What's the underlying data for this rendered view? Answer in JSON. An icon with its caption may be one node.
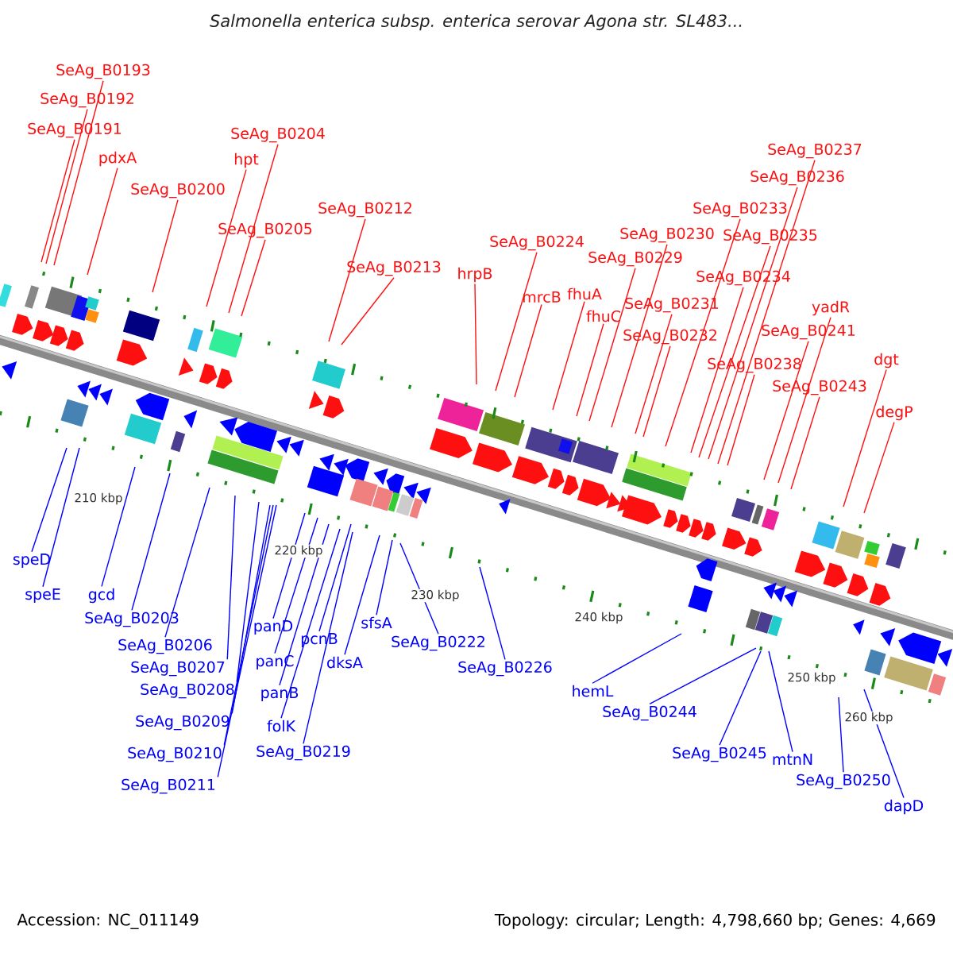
{
  "diagram": {
    "title": "Salmonella enterica subsp. enterica serovar Agona str. SL483...",
    "nodes": [
      {
        "text": [
          "SeAg_B0193"
        ]
      },
      {
        "text": [
          "SeAg_B0192"
        ]
      },
      {
        "text": [
          "SeAg_B0191"
        ]
      },
      {
        "text": [
          "pdxA"
        ]
      },
      {
        "text": [
          "SeAg_B0200"
        ]
      },
      {
        "text": [
          "SeAg_B0204"
        ]
      },
      {
        "text": [
          "hpt"
        ]
      },
      {
        "text": [
          "SeAg_B0205"
        ]
      },
      {
        "text": [
          "SeAg_B0212"
        ]
      },
      {
        "text": [
          "SeAg_B0213"
        ]
      },
      {
        "text": [
          "hrpB"
        ]
      },
      {
        "text": [
          "SeAg_B0224"
        ]
      },
      {
        "text": [
          "mrcB"
        ]
      },
      {
        "text": [
          "fhuA"
        ]
      },
      {
        "text": [
          "fhuC"
        ]
      },
      {
        "text": [
          "SeAg_B0229"
        ]
      },
      {
        "text": [
          "SeAg_B0230"
        ]
      },
      {
        "text": [
          "SeAg_B0231"
        ]
      },
      {
        "text": [
          "SeAg_B0232"
        ]
      },
      {
        "text": [
          "SeAg_B0233"
        ]
      },
      {
        "text": [
          "SeAg_B0234"
        ]
      },
      {
        "text": [
          "SeAg_B0235"
        ]
      },
      {
        "text": [
          "SeAg_B0236"
        ]
      },
      {
        "text": [
          "SeAg_B0237"
        ]
      },
      {
        "text": [
          "SeAg_B0238"
        ]
      },
      {
        "text": [
          "yadR"
        ]
      },
      {
        "text": [
          "SeAg_B0241"
        ]
      },
      {
        "text": [
          "SeAg_B0243"
        ]
      },
      {
        "text": [
          "dgt"
        ]
      },
      {
        "text": [
          "degP"
        ]
      },
      {
        "text": [
          "speD"
        ]
      },
      {
        "text": [
          "speE"
        ]
      },
      {
        "text": [
          "gcd"
        ]
      },
      {
        "text": [
          "SeAg_B0203"
        ]
      },
      {
        "text": [
          "SeAg_B0206"
        ]
      },
      {
        "text": [
          "SeAg_B0207"
        ]
      },
      {
        "text": [
          "SeAg_B0208"
        ]
      },
      {
        "text": [
          "SeAg_B0209"
        ]
      },
      {
        "text": [
          "SeAg_B0210"
        ]
      },
      {
        "text": [
          "SeAg_B0211"
        ]
      },
      {
        "text": [
          "panD"
        ]
      },
      {
        "text": [
          "panC"
        ]
      },
      {
        "text": [
          "panB"
        ]
      },
      {
        "text": [
          "folK"
        ]
      },
      {
        "text": [
          "SeAg_B0219"
        ]
      },
      {
        "text": [
          "pcnB"
        ]
      },
      {
        "text": [
          "dksA"
        ]
      },
      {
        "text": [
          "sfsA"
        ]
      },
      {
        "text": [
          "SeAg_B0222"
        ]
      },
      {
        "text": [
          "SeAg_B0226"
        ]
      },
      {
        "text": [
          "hemL"
        ]
      },
      {
        "text": [
          "SeAg_B0244"
        ]
      },
      {
        "text": [
          "SeAg_B0245"
        ]
      },
      {
        "text": [
          "mtnN"
        ]
      },
      {
        "text": [
          "SeAg_B0250"
        ]
      },
      {
        "text": [
          "dapD"
        ]
      }
    ],
    "edges": [
      {
        "from": 0,
        "to": null,
        "arrow": "none"
      },
      {
        "from": 1,
        "to": null,
        "arrow": "none"
      },
      {
        "from": 2,
        "to": null,
        "arrow": "none"
      },
      {
        "from": 3,
        "to": null,
        "arrow": "none"
      },
      {
        "from": 4,
        "to": null,
        "arrow": "none"
      },
      {
        "from": 5,
        "to": null,
        "arrow": "none"
      },
      {
        "from": 6,
        "to": null,
        "arrow": "none"
      },
      {
        "from": 7,
        "to": null,
        "arrow": "none"
      },
      {
        "from": 8,
        "to": null,
        "arrow": "none"
      },
      {
        "from": 9,
        "to": null,
        "arrow": "none"
      },
      {
        "from": 10,
        "to": null,
        "arrow": "none"
      },
      {
        "from": 11,
        "to": null,
        "arrow": "none"
      },
      {
        "from": 12,
        "to": null,
        "arrow": "none"
      },
      {
        "from": 13,
        "to": null,
        "arrow": "none"
      },
      {
        "from": 14,
        "to": null,
        "arrow": "none"
      },
      {
        "from": 15,
        "to": null,
        "arrow": "none"
      },
      {
        "from": 16,
        "to": null,
        "arrow": "none"
      },
      {
        "from": 17,
        "to": null,
        "arrow": "none"
      },
      {
        "from": 18,
        "to": null,
        "arrow": "none"
      },
      {
        "from": 19,
        "to": null,
        "arrow": "none"
      },
      {
        "from": 20,
        "to": null,
        "arrow": "none"
      },
      {
        "from": 21,
        "to": null,
        "arrow": "none"
      },
      {
        "from": 22,
        "to": null,
        "arrow": "none"
      },
      {
        "from": 23,
        "to": null,
        "arrow": "none"
      },
      {
        "from": 24,
        "to": null,
        "arrow": "none"
      },
      {
        "from": 25,
        "to": null,
        "arrow": "none"
      },
      {
        "from": 26,
        "to": null,
        "arrow": "none"
      },
      {
        "from": 27,
        "to": null,
        "arrow": "none"
      },
      {
        "from": 28,
        "to": null,
        "arrow": "none"
      },
      {
        "from": 29,
        "to": null,
        "arrow": "none"
      },
      {
        "from": 30,
        "to": null,
        "arrow": "none",
        "color": "#0000ff"
      },
      {
        "from": 31,
        "to": null,
        "arrow": "none",
        "color": "#0000ff"
      },
      {
        "from": 32,
        "to": null,
        "arrow": "none",
        "color": "#0000ff"
      },
      {
        "from": 33,
        "to": null,
        "arrow": "none",
        "color": "#0000ff"
      },
      {
        "from": 34,
        "to": null,
        "arrow": "none",
        "color": "#0000ff"
      },
      {
        "from": 35,
        "to": null,
        "arrow": "none",
        "color": "#0000ff"
      },
      {
        "from": 36,
        "to": null,
        "arrow": "none",
        "color": "#0000ff"
      },
      {
        "from": 37,
        "to": null,
        "arrow": "none",
        "color": "#0000ff"
      },
      {
        "from": 38,
        "to": null,
        "arrow": "none",
        "color": "#0000ff"
      },
      {
        "from": 39,
        "to": null,
        "arrow": "none",
        "color": "#0000ff"
      },
      {
        "from": 40,
        "to": null,
        "arrow": "none",
        "color": "#0000ff"
      },
      {
        "from": 41,
        "to": null,
        "arrow": "none",
        "color": "#0000ff"
      },
      {
        "from": 42,
        "to": null,
        "arrow": "none",
        "color": "#0000ff"
      },
      {
        "from": 43,
        "to": null,
        "arrow": "none",
        "color": "#0000ff"
      },
      {
        "from": 44,
        "to": null,
        "arrow": "none",
        "color": "#0000ff"
      },
      {
        "from": 45,
        "to": null,
        "arrow": "none",
        "color": "#0000ff"
      },
      {
        "from": 46,
        "to": null,
        "arrow": "none",
        "color": "#0000ff"
      },
      {
        "from": 47,
        "to": null,
        "arrow": "none",
        "color": "#0000ff"
      },
      {
        "from": 48,
        "to": null,
        "arrow": "none",
        "color": "#0000ff"
      },
      {
        "from": 49,
        "to": null,
        "arrow": "none",
        "color": "#0000ff"
      },
      {
        "from": 50,
        "to": null,
        "arrow": "none",
        "color": "#0000ff"
      },
      {
        "from": 51,
        "to": null,
        "arrow": "none",
        "color": "#0000ff"
      },
      {
        "from": 52,
        "to": null,
        "arrow": "none",
        "color": "#0000ff"
      },
      {
        "from": 53,
        "to": null,
        "arrow": "none",
        "color": "#0000ff"
      },
      {
        "from": 54,
        "to": null,
        "arrow": "none",
        "color": "#0000ff"
      },
      {
        "from": 55,
        "to": null,
        "arrow": "none",
        "color": "#0000ff"
      }
    ],
    "labels": [
      "210 kbp",
      "220 kbp",
      "230 kbp",
      "240 kbp",
      "250 kbp",
      "260 kbp",
      "Accession: NC_011149",
      "Topology: circular; Length: 4,798,660 bp; Genes: 4,669"
    ]
  }
}
